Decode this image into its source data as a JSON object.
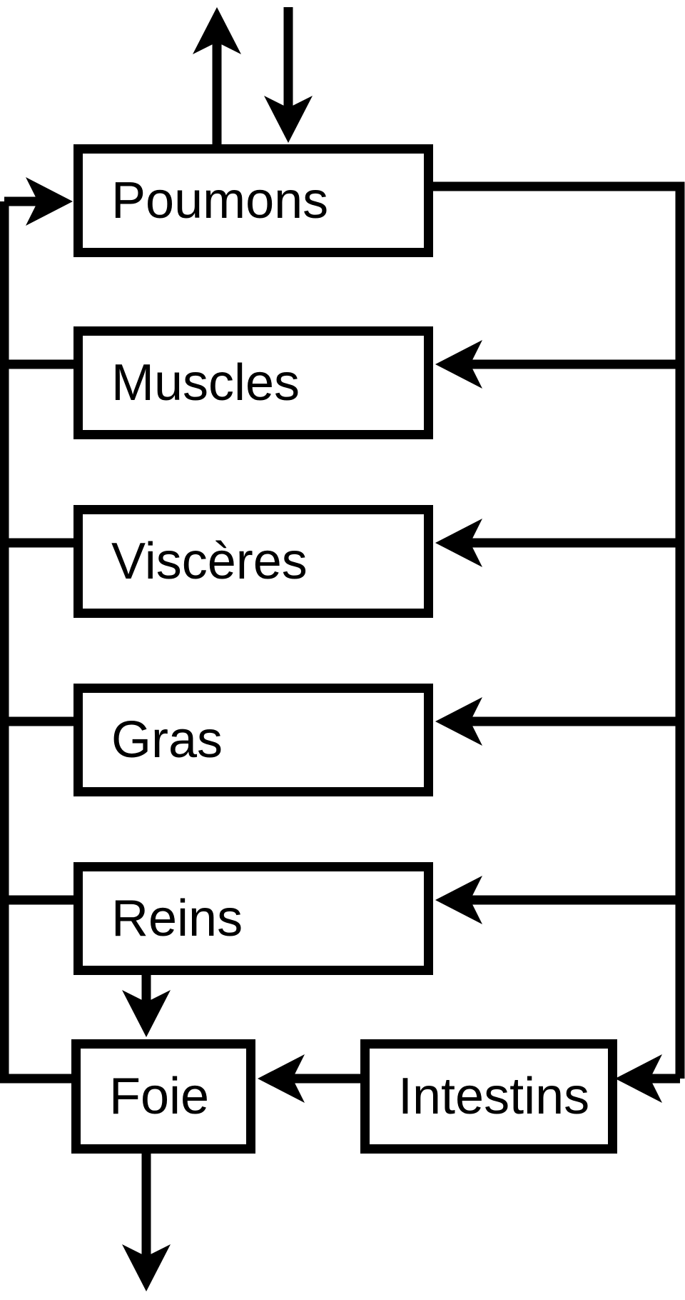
{
  "diagram": {
    "background_color": "#ffffff",
    "stroke_color": "#000000",
    "nodes": [
      {
        "id": "poumons",
        "label": "Poumons"
      },
      {
        "id": "muscles",
        "label": "Muscles"
      },
      {
        "id": "visceres",
        "label": "Viscères"
      },
      {
        "id": "gras",
        "label": "Gras"
      },
      {
        "id": "reins",
        "label": "Reins"
      },
      {
        "id": "foie",
        "label": "Foie"
      },
      {
        "id": "intestins",
        "label": "Intestins"
      }
    ],
    "edges": [
      {
        "from": "external",
        "to": "poumons",
        "via": "top-down-arrow"
      },
      {
        "from": "poumons",
        "to": "external",
        "via": "top-up-arrow"
      },
      {
        "from": "poumons",
        "to": "muscles",
        "via": "right-trunk"
      },
      {
        "from": "poumons",
        "to": "visceres",
        "via": "right-trunk"
      },
      {
        "from": "poumons",
        "to": "gras",
        "via": "right-trunk"
      },
      {
        "from": "poumons",
        "to": "reins",
        "via": "right-trunk"
      },
      {
        "from": "poumons",
        "to": "intestins",
        "via": "right-trunk"
      },
      {
        "from": "muscles",
        "to": "poumons",
        "via": "left-trunk"
      },
      {
        "from": "visceres",
        "to": "poumons",
        "via": "left-trunk"
      },
      {
        "from": "gras",
        "to": "poumons",
        "via": "left-trunk"
      },
      {
        "from": "reins",
        "to": "poumons",
        "via": "left-trunk"
      },
      {
        "from": "foie",
        "to": "poumons",
        "via": "left-trunk"
      },
      {
        "from": "reins",
        "to": "foie",
        "via": "down-arrow"
      },
      {
        "from": "intestins",
        "to": "foie",
        "via": "left-arrow"
      },
      {
        "from": "foie",
        "to": "external",
        "via": "bottom-arrow"
      }
    ]
  }
}
